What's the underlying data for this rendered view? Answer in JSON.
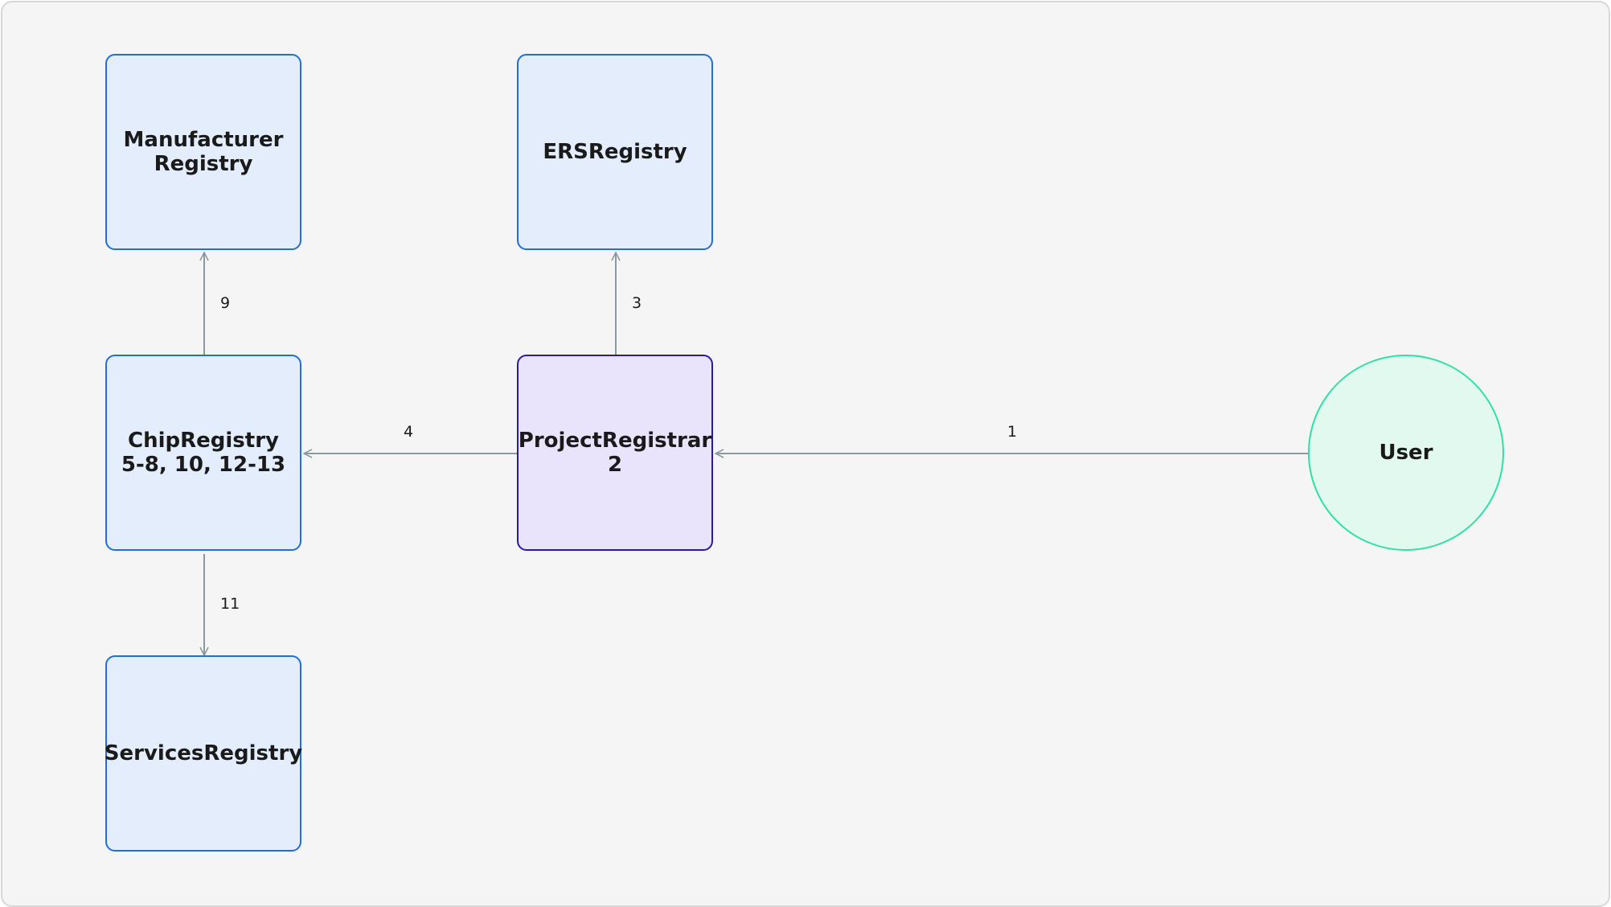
{
  "nodes": {
    "manufacturer_registry": {
      "line1": "Manufacturer",
      "line2": "Registry"
    },
    "ers_registry": {
      "line1": "ERSRegistry"
    },
    "chip_registry": {
      "line1": "ChipRegistry",
      "line2": "5-8, 10, 12-13"
    },
    "project_registrar": {
      "line1": "ProjectRegistrar",
      "line2": "2"
    },
    "user": {
      "line1": "User"
    },
    "services_registry": {
      "line1": "ServicesRegistry"
    }
  },
  "edges": [
    {
      "from": "chip_registry",
      "to": "manufacturer_registry",
      "label": "9"
    },
    {
      "from": "project_registrar",
      "to": "ers_registry",
      "label": "3"
    },
    {
      "from": "project_registrar",
      "to": "chip_registry",
      "label": "4"
    },
    {
      "from": "user",
      "to": "project_registrar",
      "label": "1"
    },
    {
      "from": "chip_registry",
      "to": "services_registry",
      "label": "11"
    }
  ],
  "colors": {
    "registry_fill": "#e3edfc",
    "registry_border": "#1f6fd6",
    "registrar_fill": "#e9e3fb",
    "registrar_border": "#2a1aa3",
    "user_fill": "#e2f9f0",
    "user_border": "#2fe0a6",
    "edge": "#8a9aa0"
  }
}
